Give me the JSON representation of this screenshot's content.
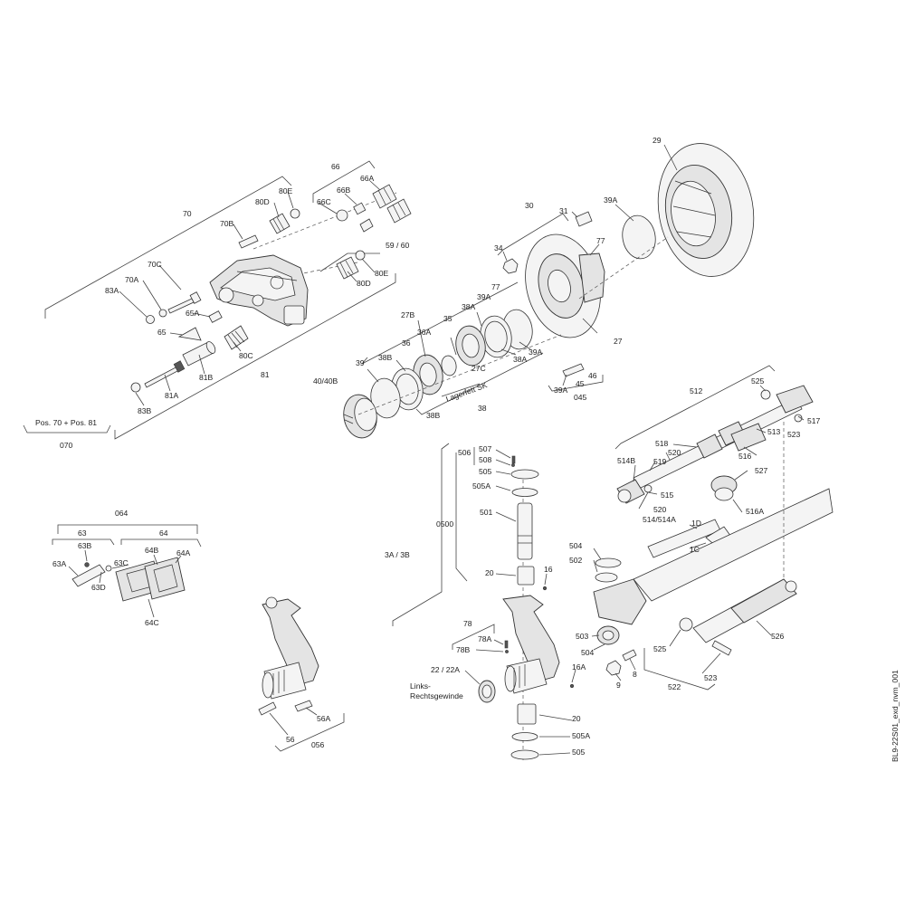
{
  "drawing_id": "BL9-22S01_exd_nvm_001",
  "labels": {
    "l66": "66",
    "l66A": "66A",
    "l66B": "66B",
    "l66C": "66C",
    "l70": "70",
    "l70A": "70A",
    "l70B": "70B",
    "l70C": "70C",
    "l80D": "80D",
    "l80E": "80E",
    "l80D2": "80D",
    "l80E2": "80E",
    "l80C": "80C",
    "l5960": "59 / 60",
    "l83A": "83A",
    "l83B": "83B",
    "l65A": "65A",
    "l65": "65",
    "l81": "81",
    "l81A": "81A",
    "l81B": "81B",
    "lPos": "Pos. 70 + Pos. 81",
    "l070": "070",
    "l29": "29",
    "l30": "30",
    "l31": "31",
    "l34": "34",
    "l77": "77",
    "l77b": "77",
    "l39A": "39A",
    "l39Ab": "39A",
    "l39Ac": "39A",
    "l39Ad": "39A",
    "l27": "27",
    "l27B": "27B",
    "l27C": "27C",
    "l35": "35",
    "l36": "36",
    "l36A": "36A",
    "l38": "38",
    "l38A": "38A",
    "l38Ab": "38A",
    "l38B": "38B",
    "l38Bb": "38B",
    "l39": "39",
    "l4040B": "40/40B",
    "lLager": "Lagerfett SK",
    "l45": "45",
    "l46": "46",
    "l045": "045",
    "l512": "512",
    "l525": "525",
    "l525b": "525",
    "l517": "517",
    "l523": "523",
    "l523b": "523",
    "l513": "513",
    "l518": "518",
    "l520": "520",
    "l520b": "520",
    "l519": "519",
    "l516": "516",
    "l516A": "516A",
    "l514B": "514B",
    "l515": "515",
    "l527": "527",
    "l514": "514/514A",
    "l1D": "1D",
    "l1C": "1C",
    "l506": "506",
    "l507": "507",
    "l508": "508",
    "l505": "505",
    "l505A": "505A",
    "l505b": "505",
    "l505Ab": "505A",
    "l501": "501",
    "l20": "20",
    "l20b": "20",
    "l16": "16",
    "l16A": "16A",
    "l0500": "0500",
    "l3A3B": "3A / 3B",
    "l504": "504",
    "l504b": "504",
    "l502": "502",
    "l503": "503",
    "l526": "526",
    "l522": "522",
    "l8": "8",
    "l9": "9",
    "l78": "78",
    "l78A": "78A",
    "l78B": "78B",
    "l2222A": "22 / 22A",
    "lLinks": "Links-",
    "lRechts": "Rechtsgewinde",
    "l064": "064",
    "l63": "63",
    "l63A": "63A",
    "l63B": "63B",
    "l63C": "63C",
    "l63D": "63D",
    "l64": "64",
    "l64A": "64A",
    "l64B": "64B",
    "l64C": "64C",
    "l56": "56",
    "l56A": "56A",
    "l056": "056"
  }
}
